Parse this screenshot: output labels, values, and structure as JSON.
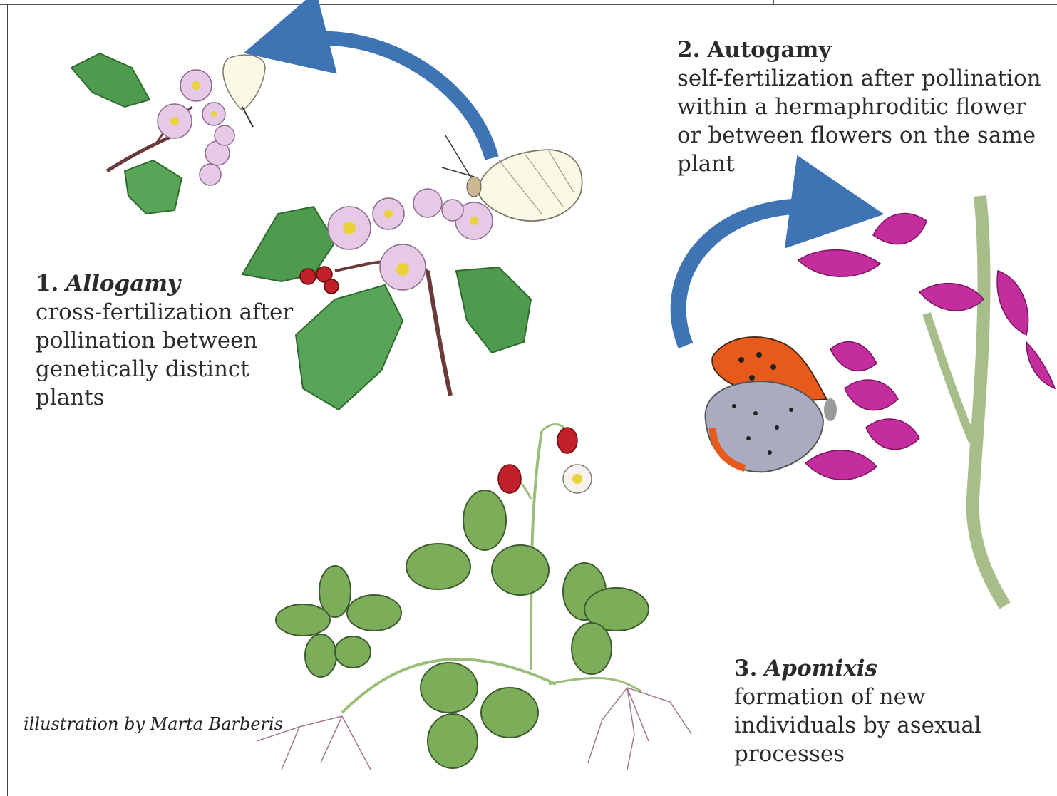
{
  "labels": {
    "allogamy": {
      "number": "1.",
      "term": "Allogamy",
      "lines": [
        "cross-fertilization after",
        "pollination between",
        "genetically distinct",
        "plants"
      ]
    },
    "autogamy": {
      "number": "2.",
      "term": "Autogamy",
      "lines": [
        "self-fertilization after pollination",
        "within a hermaphroditic flower",
        "or between flowers on the same",
        "plant"
      ]
    },
    "apomixis": {
      "number": "3.",
      "term": "Apomixis",
      "lines": [
        "formation of new",
        "individuals by asexual",
        "processes"
      ]
    }
  },
  "credit": "illustration by Marta Barberis",
  "colors": {
    "arrow": "#3e73b4",
    "leaf": "#4e9a4e",
    "blossom": "#e6c9e6",
    "berry": "#c0202a",
    "loosestrife": "#c42d9e",
    "butterfly_orange": "#e85a1c",
    "butterfly_grey": "#a9acc0"
  }
}
